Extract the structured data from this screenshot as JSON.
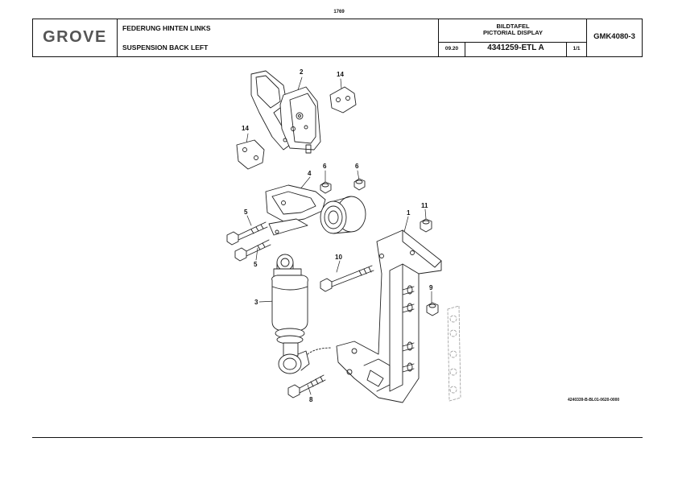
{
  "page_number": "1769",
  "header": {
    "logo": "GROVE",
    "title_de": "FEDERUNG HINTEN LINKS",
    "title_en": "SUSPENSION BACK LEFT",
    "bildtafel": "BILDTAFEL",
    "pictorial": "PICTORIAL DISPLAY",
    "date": "09.20",
    "part_number": "4341259-ETL A",
    "sheet": "1/1",
    "model": "GMK4080-3"
  },
  "callouts": [
    "2",
    "14",
    "14",
    "4",
    "6",
    "6",
    "11",
    "5",
    "1",
    "5",
    "10",
    "9",
    "3",
    "8"
  ],
  "drawing_ref": "4240339-B-BL01-0620-0000"
}
